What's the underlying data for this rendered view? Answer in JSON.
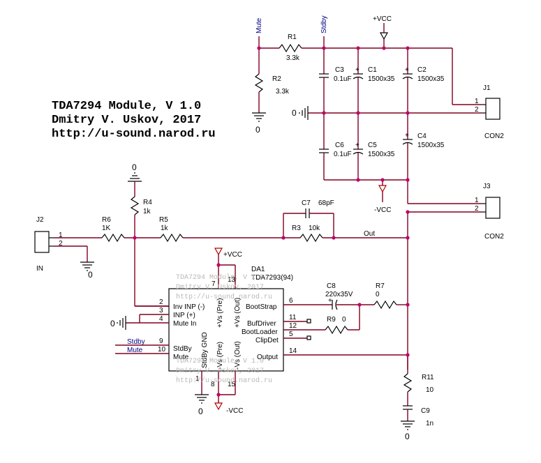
{
  "title": {
    "line1": "TDA7294 Module, V 1.0",
    "line2": "Dmitry V. Uskov, 2017",
    "line3": "http://u-sound.narod.ru"
  },
  "watermark": {
    "line1": "TDA7294 Module, V 1.0",
    "line2": "Dmitry V. Uskov, 2017",
    "line3": "http://u-sound.narod.ru"
  },
  "nets": {
    "mute": "Mute",
    "stdby": "Stdby",
    "vcc_pos": "+VCC",
    "vcc_neg": "-VCC",
    "gnd": "0",
    "out": "Out"
  },
  "components": {
    "r1": {
      "ref": "R1",
      "value": "3.3k"
    },
    "r2": {
      "ref": "R2",
      "value": "3.3k"
    },
    "r3": {
      "ref": "R3",
      "value": "10k"
    },
    "r4": {
      "ref": "R4",
      "value": "1k"
    },
    "r5": {
      "ref": "R5",
      "value": "1k"
    },
    "r6": {
      "ref": "R6",
      "value": "1K"
    },
    "r7": {
      "ref": "R7",
      "value": "0"
    },
    "r9": {
      "ref": "R9",
      "value": "0"
    },
    "r11": {
      "ref": "R11",
      "value": "10"
    },
    "c1": {
      "ref": "C1",
      "value": "1500x35"
    },
    "c2": {
      "ref": "C2",
      "value": "1500x35"
    },
    "c3": {
      "ref": "C3",
      "value": "0.1uF"
    },
    "c4": {
      "ref": "C4",
      "value": "1500x35"
    },
    "c5": {
      "ref": "C5",
      "value": "1500x35"
    },
    "c6": {
      "ref": "C6",
      "value": "0.1uF"
    },
    "c7": {
      "ref": "C7",
      "value": "68pF"
    },
    "c8": {
      "ref": "C8",
      "value": "220x35V"
    },
    "c9": {
      "ref": "C9",
      "value": "1n"
    },
    "j1": {
      "ref": "J1",
      "value": "CON2",
      "pin1": "1",
      "pin2": "2"
    },
    "j2": {
      "ref": "J2",
      "value": "IN",
      "pin1": "1",
      "pin2": "2"
    },
    "j3": {
      "ref": "J3",
      "value": "CON2",
      "pin1": "1",
      "pin2": "2"
    }
  },
  "ic": {
    "ref": "DA1",
    "part": "TDA7293(94)",
    "left_pins": [
      {
        "num": "2",
        "label": "Inv INP (-)"
      },
      {
        "num": "3",
        "label": "INP (+)"
      },
      {
        "num": "4",
        "label": "Mute In"
      },
      {
        "num": "9",
        "label": "StdBy"
      },
      {
        "num": "10",
        "label": "Mute"
      }
    ],
    "right_pins": [
      {
        "num": "6",
        "label": "BootStrap"
      },
      {
        "num": "11",
        "label": "BufDriver"
      },
      {
        "num": "12",
        "label": "BootLoader"
      },
      {
        "num": "5",
        "label": "ClipDet"
      },
      {
        "num": "14",
        "label": "Output"
      }
    ],
    "vertical_labels": {
      "stdby_gnd": "StdBy GND",
      "vs_pre_pos": "+Vs (Pre)",
      "vs_out_pos": "+Vs (Out)",
      "vs_pre_neg": "-Vs (Pre)",
      "vs_out_neg": "-Vs (Out)"
    },
    "top_pins": {
      "p7": "7",
      "p13": "13"
    },
    "bottom_pins": {
      "p1": "1",
      "p8": "8",
      "p15": "15"
    }
  },
  "colors": {
    "wire": "#800020",
    "junction": "#c0006a",
    "net_label": "#000080",
    "watermark": "#b8b8b8"
  }
}
